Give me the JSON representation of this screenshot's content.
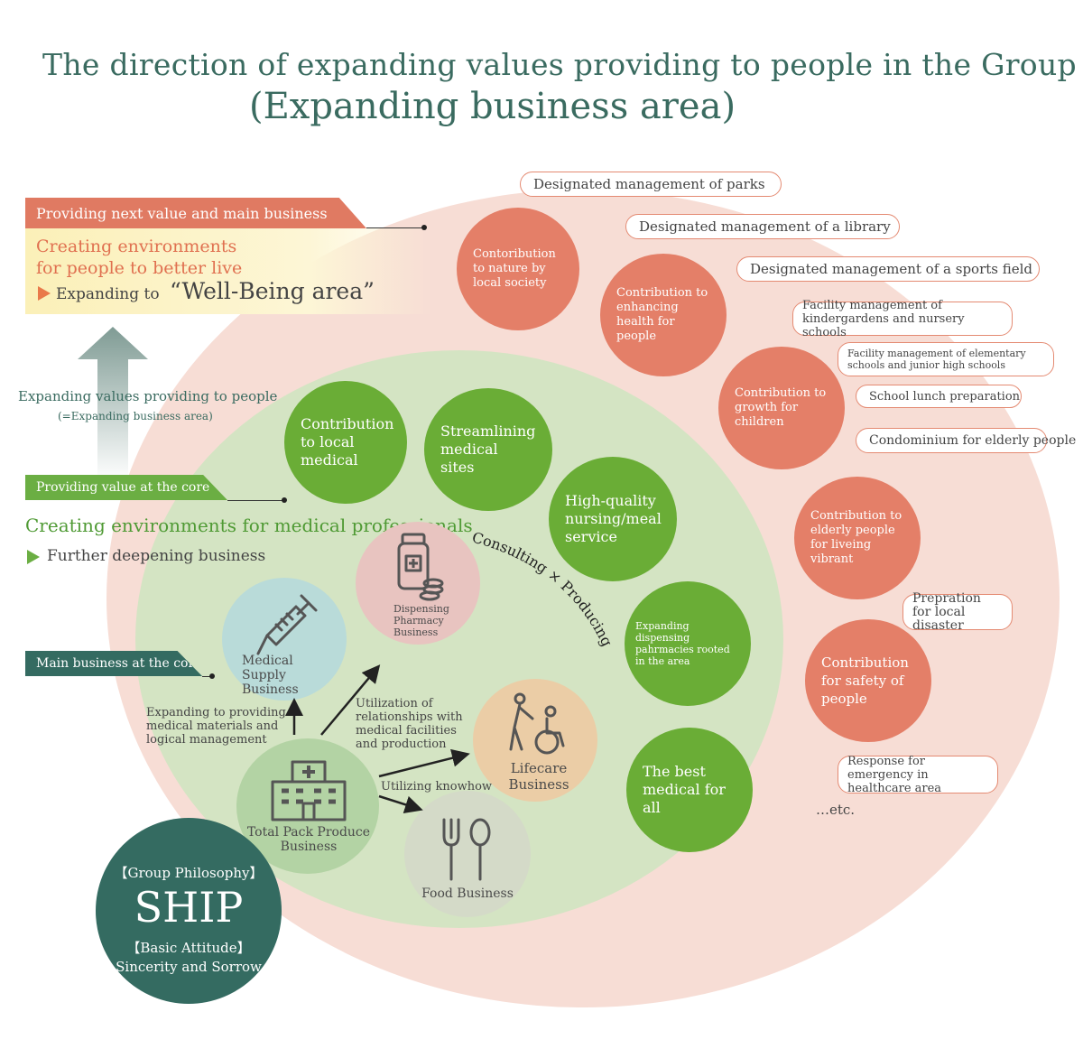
{
  "title": {
    "line1": "The direction of expanding values providing to people in the Group",
    "line2": "(Expanding business area)"
  },
  "left_panel": {
    "next_tag": "Providing next value and main business",
    "next_line1": "Creating environments",
    "next_line2": "for people to better live",
    "next_expand_prefix": "Expanding to",
    "next_expand_highlight": "“Well-Being area”",
    "arrow_label": "Expanding values providing to people",
    "arrow_sub": "(=Expanding business area)",
    "core_tag": "Providing value at the core",
    "core_heading": "Creating environments for medical professionals",
    "core_sub": "Further deepening business",
    "main_tag": "Main business at the core"
  },
  "wellbeing_circles": [
    "Contoribution to nature by local society",
    "Contribution to enhancing health for people",
    "Contribution to growth for children",
    "Contribution to elderly people for liveing vibrant",
    "Contribution for safety of people"
  ],
  "core_circles": [
    "Contribution to local medical",
    "Streamlining medical sites",
    "High-quality nursing/meal service",
    "Expanding dispensing pahrmacies rooted in the area",
    "The best medical for all"
  ],
  "consulting_label": "Consulting × Producing",
  "pills": [
    "Designated management of parks",
    "Designated management of a library",
    "Designated management of a sports field",
    "Facility management of kindergardens and nursery schools",
    "Facility management of elementary schools and junior high schools",
    "School lunch preparation",
    "Condominium for elderly people",
    "Prepration for local disaster",
    "Response for emergency in healthcare area"
  ],
  "etc_label": "…etc.",
  "businesses": {
    "medical_supply": "Medical Supply Business",
    "pharmacy": "Dispensing Pharmacy Business",
    "lifecare": "Lifecare Business",
    "total_pack": "Total Pack Produce Business",
    "food": "Food Business"
  },
  "arrows": {
    "to_medical_supply": "Expanding to providing medical materials and logical management",
    "to_pharmacy": "Utilization of relationships with medical facilities and production",
    "to_food": "Utilizing knowhow"
  },
  "ship": {
    "philosophy_label": "【Group Philosophy】",
    "name": "SHIP",
    "attitude_label": "【Basic Attitude】",
    "attitude": "Sincerity and Sorrow"
  },
  "colors": {
    "title": "#3a6b60",
    "red": "#e47f68",
    "green": "#6aad36",
    "dark_teal": "#346b61"
  }
}
